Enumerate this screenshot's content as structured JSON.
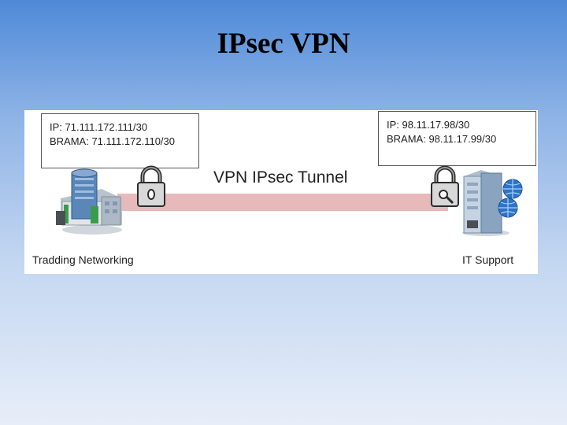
{
  "slide": {
    "title": "IPsec VPN"
  },
  "diagram": {
    "left_site": {
      "ip": "IP: 71.111.172.111/30",
      "gateway": "BRAMA: 71.111.172.110/30",
      "label": "Tradding Networking"
    },
    "right_site": {
      "ip": "IP: 98.11.17.98/30",
      "gateway": "BRAMA: 98.11.17.99/30",
      "label": "IT Support"
    },
    "tunnel_label": "VPN IPsec Tunnel",
    "icons": {
      "left_building": "office-building-icon",
      "left_lock": "padlock-icon",
      "right_lock": "padlock-icon",
      "right_server": "server-with-globe-icon"
    },
    "colors": {
      "tunnel": "#e7b9bb",
      "background_top": "#4f8ad8",
      "background_bottom": "#e7eef9"
    }
  }
}
